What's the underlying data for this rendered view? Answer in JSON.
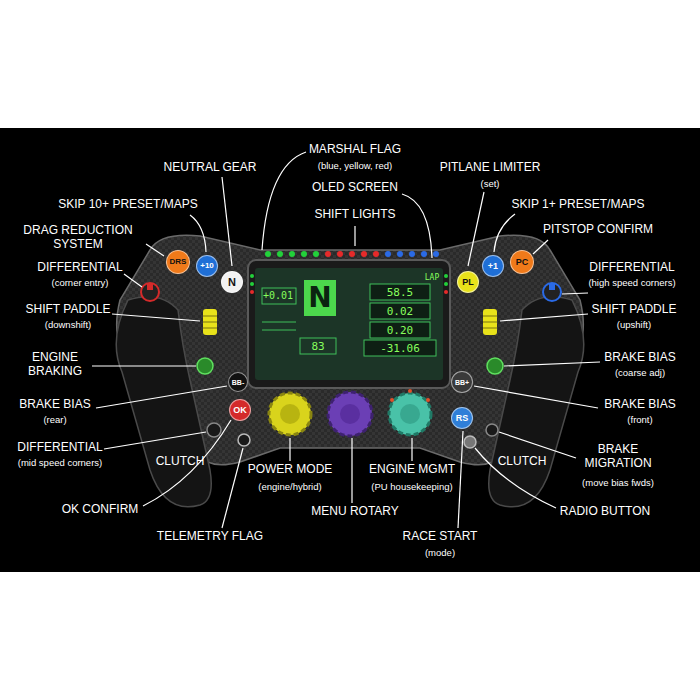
{
  "diagram": {
    "nodes": [
      {
        "text": [
          "DRS"
        ]
      },
      {
        "text": [
          "+10"
        ]
      },
      {
        "text": [
          "N"
        ]
      },
      {
        "text": [
          "PL"
        ]
      },
      {
        "text": [
          "+1"
        ]
      },
      {
        "text": [
          "PC"
        ]
      },
      {
        "text": [
          "+0.01",
          "LAP",
          "N",
          "58.5",
          "0.02",
          "0.20",
          "83",
          "-31.06"
        ]
      },
      {
        "text": [
          "BB-"
        ]
      },
      {
        "text": [
          "BB+"
        ]
      },
      {
        "text": [
          "OK"
        ]
      },
      {
        "text": [
          "RS"
        ]
      }
    ],
    "labels": [
      "MARSHAL FLAG",
      "(blue, yellow, red)",
      "NEUTRAL GEAR",
      "PITLANE LIMITER",
      "(set)",
      "OLED SCREEN",
      "SKIP 10+ PRESET/MAPS",
      "SKIP 1+ PRESET/MAPS",
      "SHIFT LIGHTS",
      "DRAG REDUCTION SYSTEM",
      "PITSTOP CONFIRM",
      "DIFFERENTIAL",
      "(corner entry)",
      "DIFFERENTIAL",
      "(high speed corners)",
      "SHIFT PADDLE",
      "(downshift)",
      "SHIFT PADDLE",
      "(upshift)",
      "ENGINE BRAKING",
      "BRAKE BIAS",
      "(coarse adj)",
      "BRAKE BIAS",
      "(rear)",
      "BRAKE BIAS",
      "(front)",
      "DIFFERENTIAL",
      "(mid speed corners)",
      "BRAKE MIGRATION",
      "(move bias fwds)",
      "CLUTCH",
      "CLUTCH",
      "POWER MODE",
      "(engine/hybrid)",
      "ENGINE MGMT",
      "(PU housekeeping)",
      "OK CONFIRM",
      "MENU ROTARY",
      "RADIO BUTTON",
      "TELEMETRY FLAG",
      "RACE START",
      "(mode)"
    ]
  }
}
